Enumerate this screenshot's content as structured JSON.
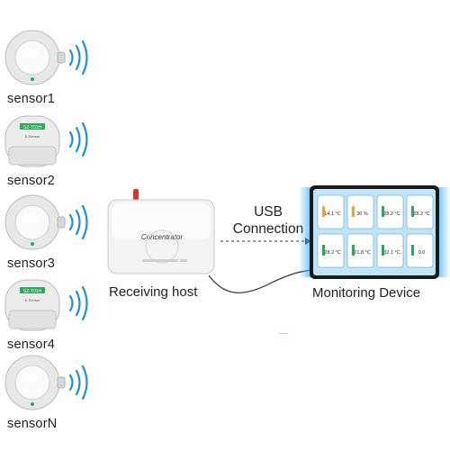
{
  "sensors": [
    {
      "label": "sensor1",
      "variant": "dome"
    },
    {
      "label": "sensor2",
      "variant": "box",
      "model": "SZ-T01H",
      "badge": "E-Sensor"
    },
    {
      "label": "sensor3",
      "variant": "dome"
    },
    {
      "label": "sensor4",
      "variant": "box",
      "model": "SZ-T01H",
      "badge": "E-Sensor"
    },
    {
      "label": "sensorN",
      "variant": "dome"
    }
  ],
  "host": {
    "label": "Receiving host",
    "device_text": "Concentrator"
  },
  "connection": {
    "line1": "USB",
    "line2": "Connection"
  },
  "monitor": {
    "label": "Monitoring Device",
    "tiles": [
      {
        "value": "14.1",
        "unit": "°C"
      },
      {
        "value": "30",
        "unit": "%"
      },
      {
        "value": "28.2",
        "unit": "°C"
      },
      {
        "value": "28.2",
        "unit": "°C"
      },
      {
        "value": "28.2",
        "unit": "°C"
      },
      {
        "value": "21.8",
        "unit": "°C"
      },
      {
        "value": "32.1",
        "unit": "°C"
      },
      {
        "value": "0.0",
        "unit": ""
      }
    ]
  },
  "colors": {
    "wave": "#1e8fd6",
    "glow": "#3fb2ff",
    "screen": "#bfe3f7",
    "antenna": "#d9342b"
  }
}
